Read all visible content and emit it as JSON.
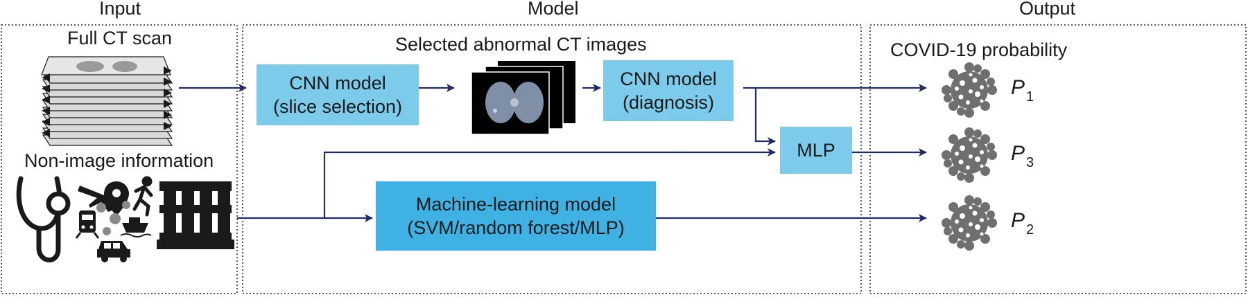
{
  "headers": {
    "input": "Input",
    "model": "Model",
    "output": "Output"
  },
  "input": {
    "full_ct_title": "Full CT scan",
    "non_image_title": "Non-image information"
  },
  "model": {
    "selected_title": "Selected abnormal CT images",
    "cnn_selection": {
      "line1": "CNN model",
      "line2": "(slice selection)"
    },
    "cnn_diagnosis": {
      "line1": "CNN model",
      "line2": "(diagnosis)"
    },
    "mlp": "MLP",
    "ml_model": {
      "line1": "Machine-learning model",
      "line2": "(SVM/random forest/MLP)"
    }
  },
  "output": {
    "title": "COVID-19 probability",
    "p1": {
      "base": "P",
      "sub": "1"
    },
    "p3": {
      "base": "P",
      "sub": "3"
    },
    "p2": {
      "base": "P",
      "sub": "2"
    }
  },
  "colors": {
    "box_light": "#7ccbea",
    "box_dark": "#3fb2e3",
    "arrow": "#1f2a6b",
    "panel_border": "#555555",
    "virus": "#6f6f6f"
  },
  "icons": [
    "ct-stack-icon",
    "ct-slices-icon",
    "stethoscope-icon",
    "airplane-icon",
    "location-pin-icon",
    "runner-icon",
    "virus-icon",
    "train-icon",
    "car-icon",
    "ship-icon",
    "test-tubes-icon"
  ]
}
